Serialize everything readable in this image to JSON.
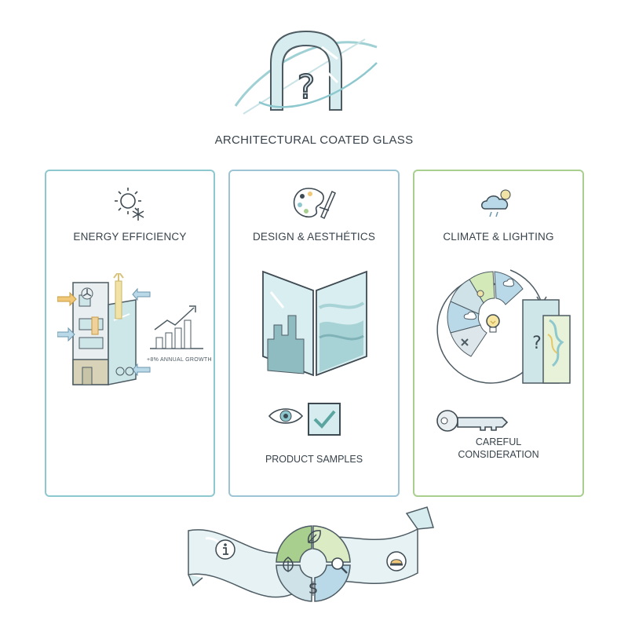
{
  "title": "ARCHITECTURAL COATED GLASS",
  "cards": [
    {
      "label": "ENERGY EFFICIENCY",
      "growth_note": "+8% ANNUAL GROWTH",
      "border": "#8ec8cf",
      "icons": [
        "sun-icon",
        "snowflake-icon",
        "building-icon",
        "fan-icon",
        "growth-chart-icon"
      ]
    },
    {
      "label": "DESIGN & AESTHÉTICS",
      "caption": "PRODUCT SAMPLES",
      "border": "#9cc4d4",
      "icons": [
        "palette-icon",
        "ruler-icon",
        "folding-glass-panel-icon",
        "eye-icon",
        "checkbox-icon"
      ]
    },
    {
      "label": "CLIMATE & LIGHTING",
      "caption_line1": "CAREFUL",
      "caption_line2": "CONSIDERATION",
      "border": "#a9cf8f",
      "icons": [
        "cloud-sun-rain-icon",
        "cycle-wheel-icon",
        "lightbulb-icon",
        "key-icon"
      ]
    }
  ],
  "banner": {
    "icons": [
      "info-icon",
      "leaf-icon",
      "magnifier-icon",
      "dollar-icon",
      "hard-hat-icon"
    ]
  },
  "colors": {
    "teal": "#8ec8cf",
    "blue": "#9cc4d4",
    "green": "#a9cf8f",
    "ink": "#38434c"
  }
}
